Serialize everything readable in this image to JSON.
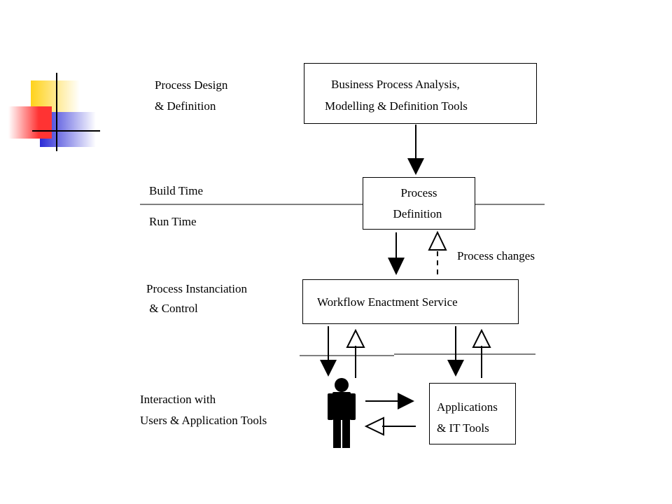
{
  "colors": {
    "yellow": "#ffd21a",
    "red": "#ff3333",
    "blue": "#2a2ad6",
    "line": "#000000"
  },
  "left_labels": {
    "design": [
      "Process Design",
      "& Definition"
    ],
    "build_time": "Build Time",
    "run_time": "Run Time",
    "instanciation": [
      "Process Instanciation",
      " & Control"
    ],
    "interaction": [
      "Interaction with",
      "Users & Application Tools"
    ]
  },
  "boxes": {
    "analysis_tools": [
      "Business Process Analysis,",
      "Modelling & Definition Tools"
    ],
    "process_definition": [
      "Process",
      "Definition"
    ],
    "enactment_service": "Workflow Enactment Service",
    "applications": [
      "Applications",
      "& IT Tools"
    ]
  },
  "annotations": {
    "process_changes": "Process changes"
  },
  "icons": {
    "user": "person-icon",
    "logo": "corner-squares-logo"
  }
}
